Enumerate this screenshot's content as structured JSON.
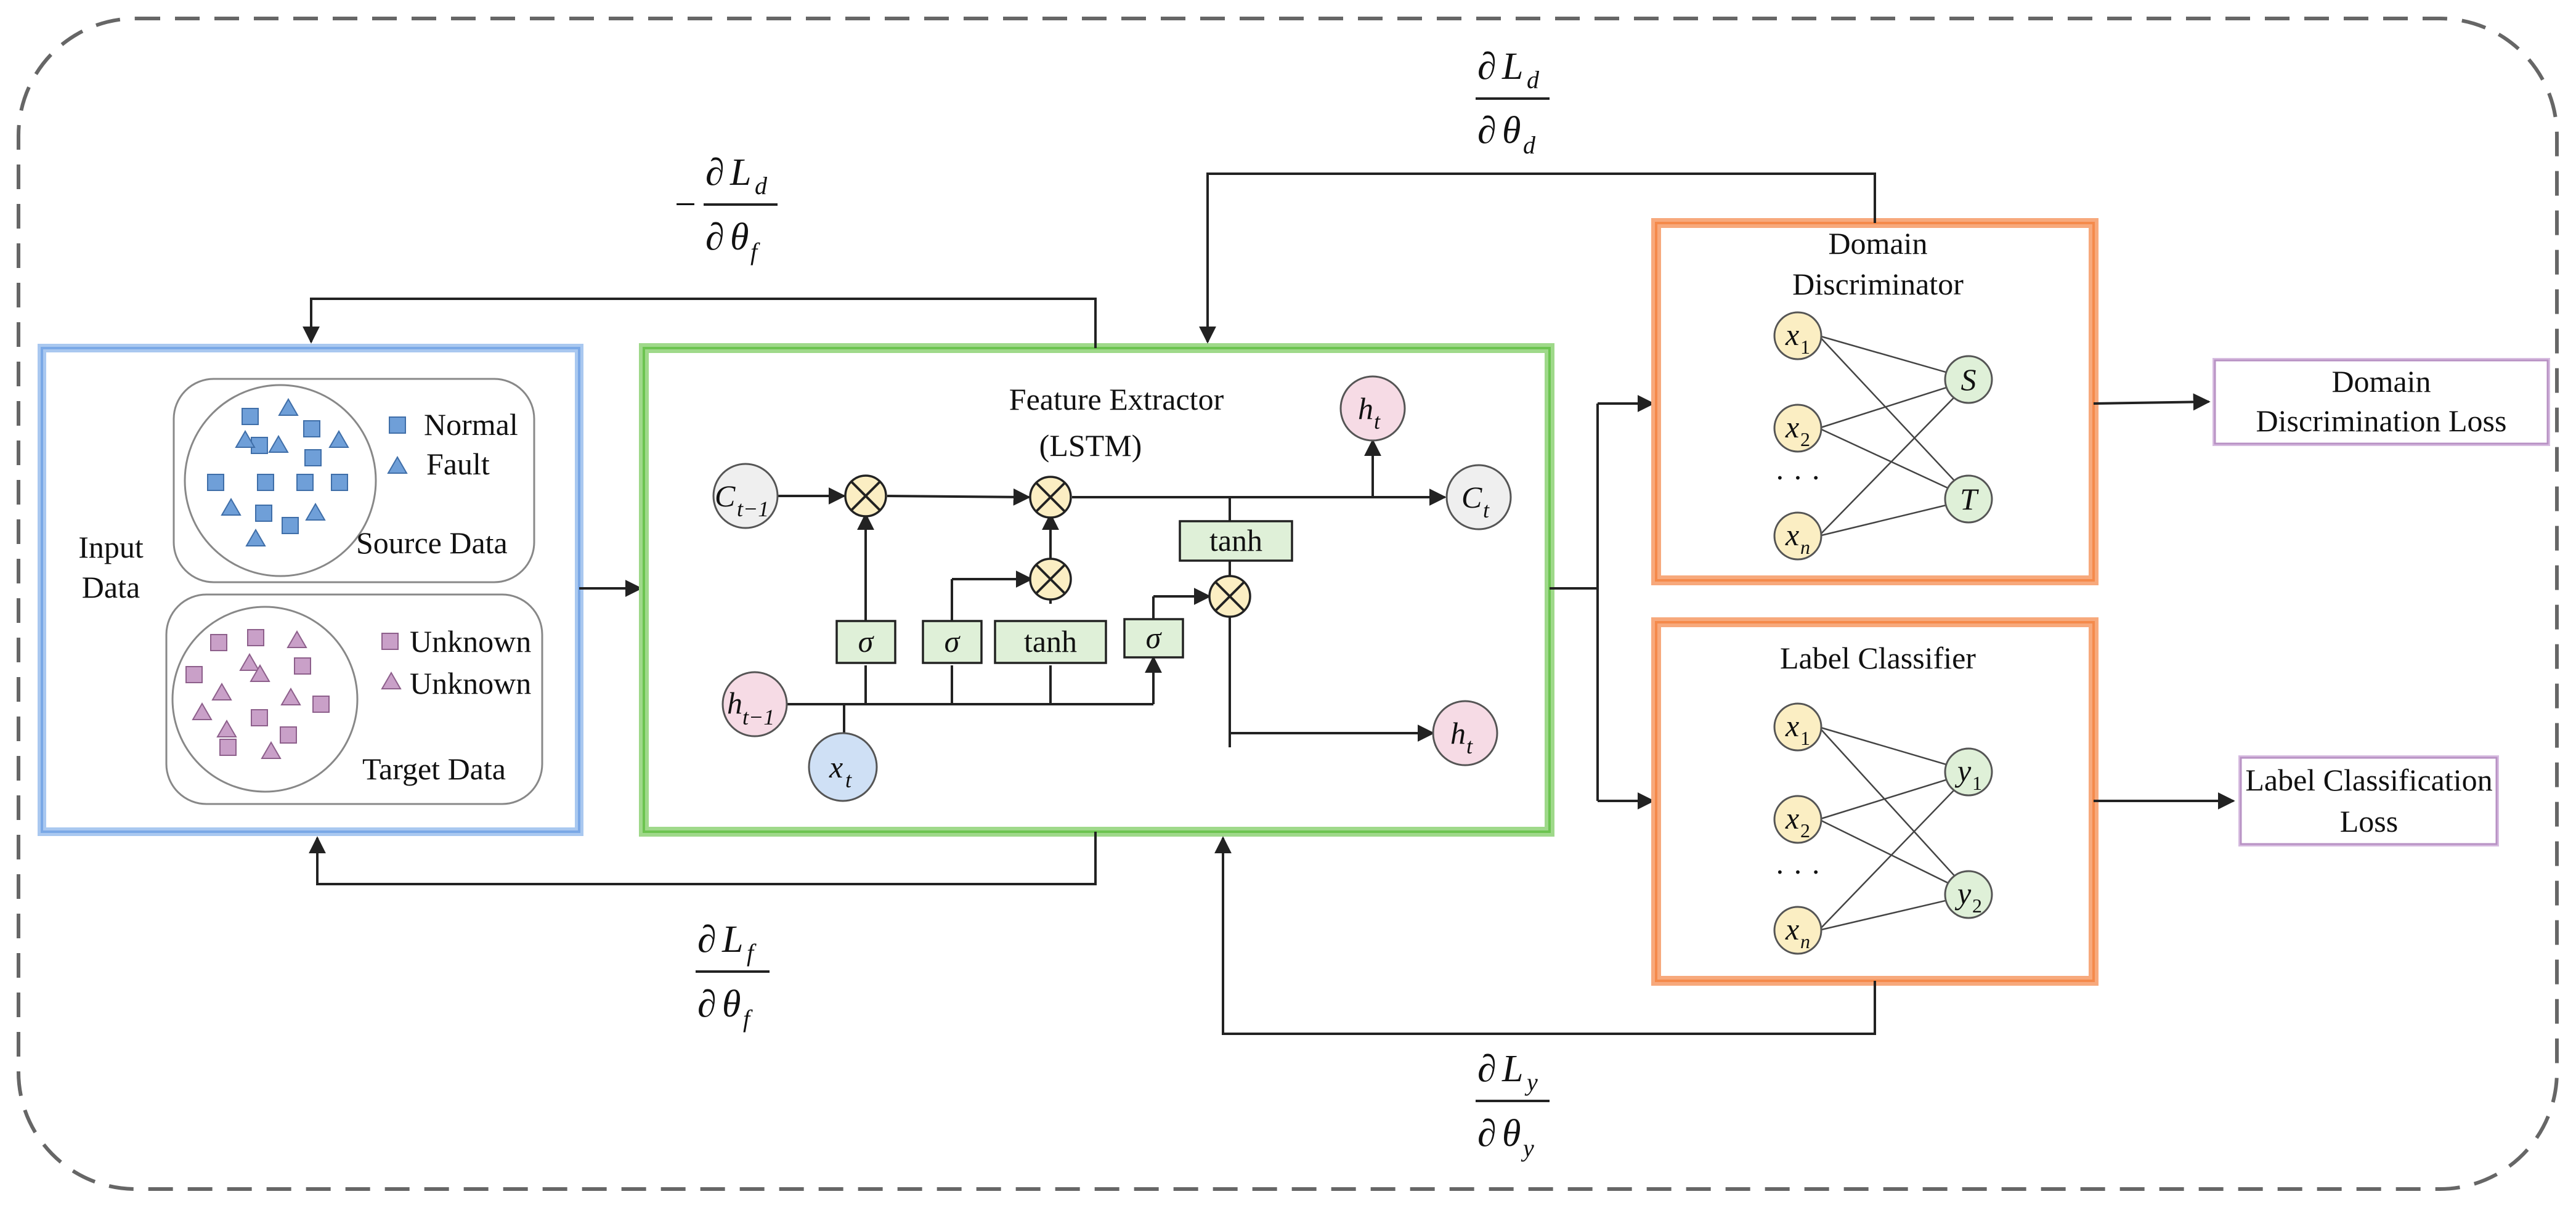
{
  "input_panel": {
    "title_line1": "Input",
    "title_line2": "Data",
    "source_label": "Source Data",
    "target_label": "Target Data",
    "legend": {
      "normal": "Normal",
      "fault": "Fault",
      "unknown_square": "Unknown",
      "unknown_triangle": "Unknown"
    }
  },
  "feature_extractor": {
    "title_line1": "Feature Extractor",
    "title_line2": "(LSTM)",
    "sigma": "σ",
    "tanh": "tanh",
    "c_prev": "C",
    "c_prev_sub": "t−1",
    "c_out": "C",
    "c_out_sub": "t",
    "h_prev": "h",
    "h_prev_sub": "t−1",
    "h_out": "h",
    "h_out_sub": "t",
    "x_in": "x",
    "x_in_sub": "t"
  },
  "domain_discriminator": {
    "title_line1": "Domain",
    "title_line2": "Discriminator",
    "node_x": "x",
    "sub1": "1",
    "sub2": "2",
    "subn": "n",
    "dots": "· · ·",
    "out_s": "S",
    "out_t": "T"
  },
  "label_classifier": {
    "title": "Label Classifier",
    "node_x": "x",
    "node_y": "y",
    "sub1": "1",
    "sub2": "2",
    "subn": "n",
    "dots": "· · ·"
  },
  "outputs": {
    "domain_loss_line1": "Domain",
    "domain_loss_line2": "Discrimination Loss",
    "label_loss_line1": "Label Classification",
    "label_loss_line2": "Loss"
  },
  "gradients": {
    "partial": "∂",
    "L": "L",
    "theta": "θ",
    "d": "d",
    "f": "f",
    "y": "y",
    "minus": "−"
  },
  "colors": {
    "square_blue": "#6f9fd8",
    "square_pink": "#c9a0c8",
    "gate_green": "#dff0d8",
    "op_yellow": "#fbeec3",
    "node_yellow": "#fbeec3",
    "node_green": "#dff0d8",
    "h_pink": "#f6dbe5",
    "x_blue": "#cfe0f5",
    "c_gray": "#efefef"
  }
}
